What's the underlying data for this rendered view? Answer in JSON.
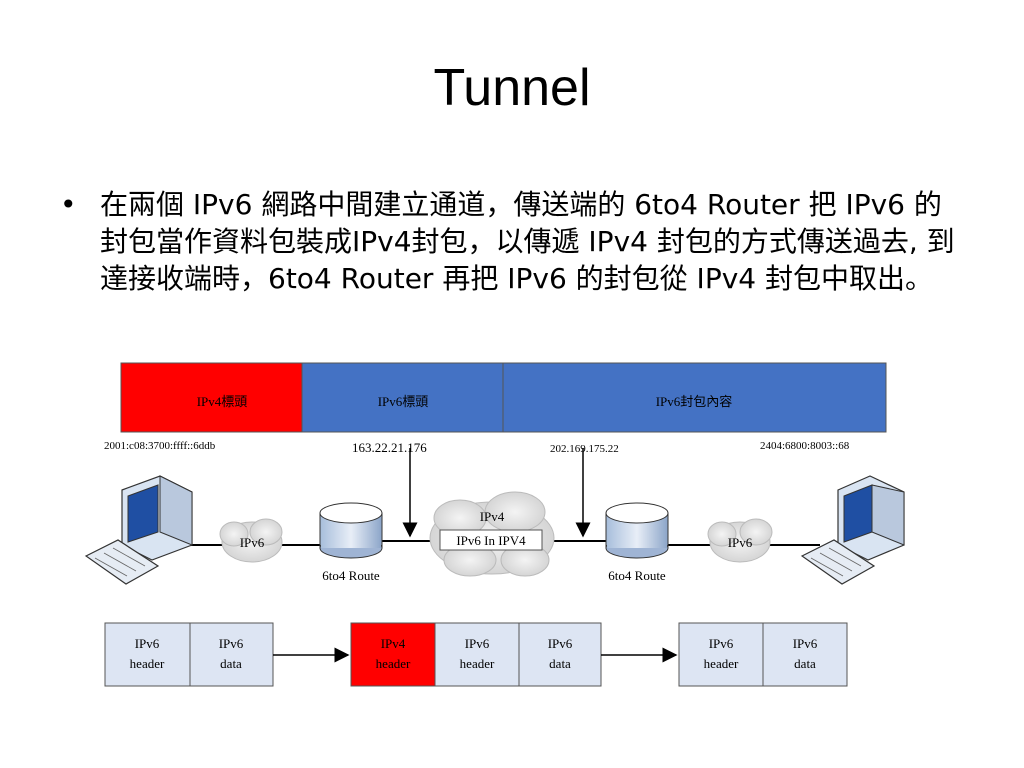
{
  "title": "Tunnel",
  "bullet": {
    "marker": "•",
    "text": "在兩個 IPv6 網路中間建立通道，傳送端的 6to4 Router 把 IPv6 的封包當作資料包裝成IPv4封包，以傳遞 IPv4 封包的方式傳送過去, 到達接收端時，6to4 Router 再把 IPv6 的封包從 IPv4 封包中取出。"
  },
  "header_bar": {
    "segments": [
      {
        "label": "IPv4標頭",
        "color": "#ff0000"
      },
      {
        "label": "IPv6標頭",
        "color": "#4472c4"
      },
      {
        "label": "IPv6封包內容",
        "color": "#4472c4"
      }
    ]
  },
  "addresses": {
    "left_host": "2001:c08:3700:ffff::6ddb",
    "left_router": "163.22.21.176",
    "right_router": "202.169.175.22",
    "right_host": "2404:6800:8003::68"
  },
  "network": {
    "left_cloud": "IPv6",
    "middle_cloud": "IPv4",
    "tunnel_label": "IPv6 In IPV4",
    "right_cloud": "IPv6",
    "left_router_label": "6to4 Route",
    "right_router_label": "6to4 Route"
  },
  "packets": {
    "left": [
      {
        "line1": "IPv6",
        "line2": "header",
        "color": "#dde5f3"
      },
      {
        "line1": "IPv6",
        "line2": "data",
        "color": "#dde5f3"
      }
    ],
    "middle": [
      {
        "line1": "IPv4",
        "line2": "header",
        "color": "#ff0000"
      },
      {
        "line1": "IPv6",
        "line2": "header",
        "color": "#dde5f3"
      },
      {
        "line1": "IPv6",
        "line2": "data",
        "color": "#dde5f3"
      }
    ],
    "right": [
      {
        "line1": "IPv6",
        "line2": "header",
        "color": "#dde5f3"
      },
      {
        "line1": "IPv6",
        "line2": "data",
        "color": "#dde5f3"
      }
    ]
  }
}
